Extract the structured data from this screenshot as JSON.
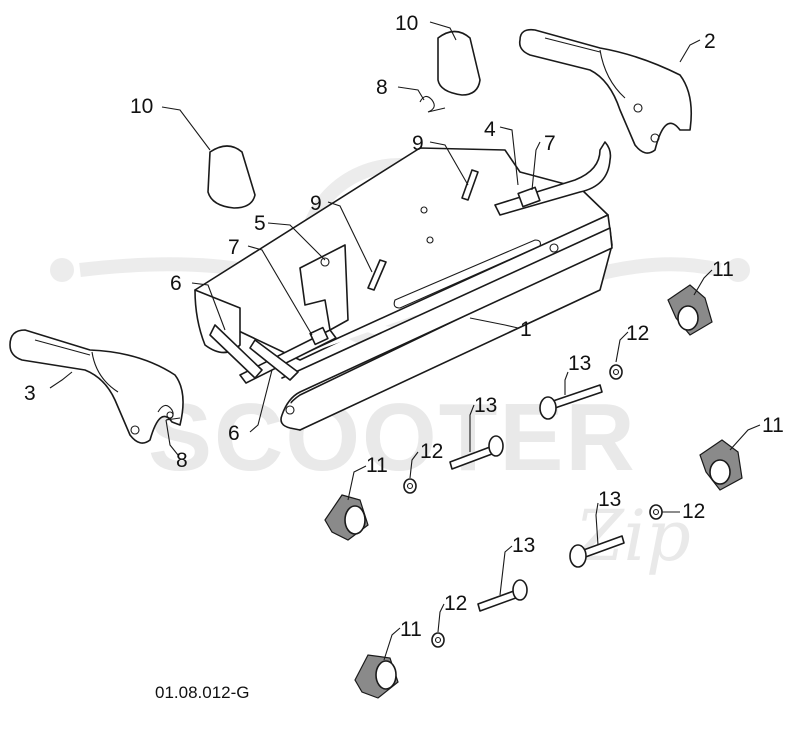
{
  "figure_code": "01.08.012-G",
  "watermark": {
    "brand": "SCOOTER",
    "script": "Zip"
  },
  "callouts": [
    "1",
    "2",
    "3",
    "4",
    "5",
    "6",
    "7",
    "8",
    "9",
    "10",
    "11",
    "12",
    "13"
  ],
  "colors": {
    "line": "#1a1a1a",
    "watermark": "#e9e9e9",
    "background": "#ffffff"
  }
}
